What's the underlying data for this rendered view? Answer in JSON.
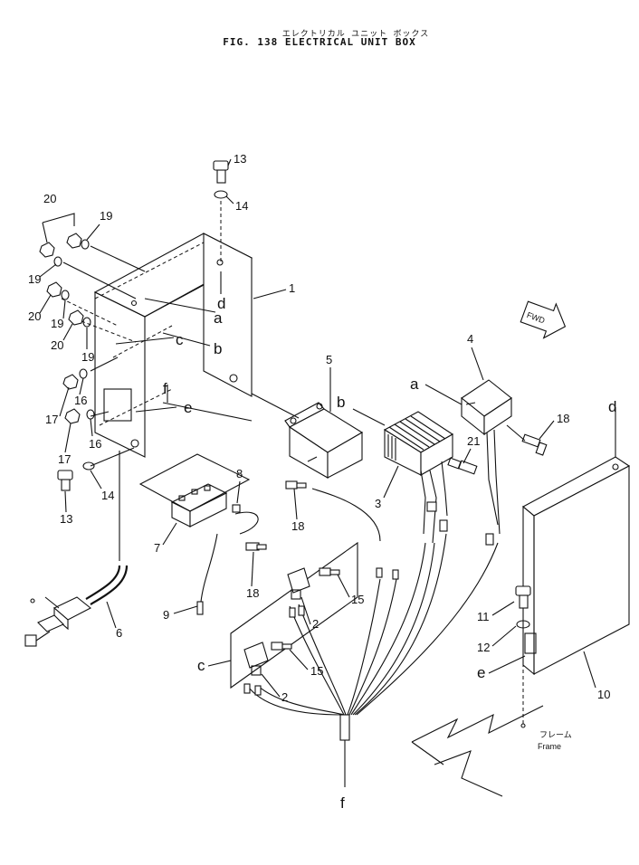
{
  "header": {
    "title_jp": "エレクトリカル ユニット ボックス",
    "title_en": "FIG. 138  ELECTRICAL UNIT BOX"
  },
  "direction_arrow": "FWD",
  "frame_label": {
    "jp": "フレーム",
    "en": "Frame"
  },
  "part_numbers": [
    "1",
    "2",
    "2",
    "3",
    "4",
    "5",
    "6",
    "7",
    "8",
    "9",
    "10",
    "11",
    "12",
    "13",
    "13",
    "14",
    "14",
    "15",
    "15",
    "16",
    "16",
    "17",
    "17",
    "18",
    "18",
    "18",
    "19",
    "19",
    "19",
    "19",
    "20",
    "20",
    "20",
    "21"
  ],
  "connection_letters": [
    "a",
    "a",
    "b",
    "b",
    "c",
    "c",
    "d",
    "d",
    "e",
    "e",
    "f",
    "f"
  ]
}
